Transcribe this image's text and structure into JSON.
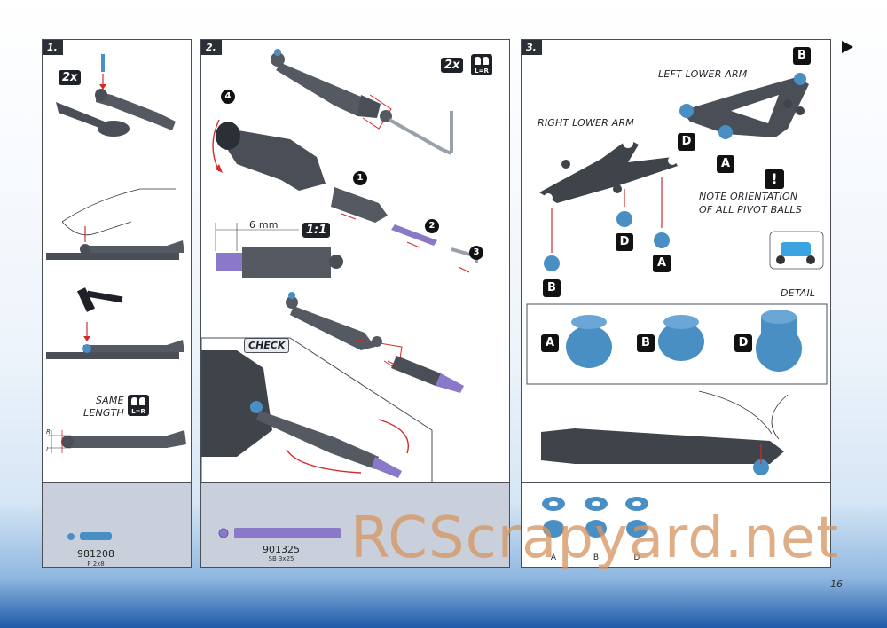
{
  "steps": {
    "s1": {
      "number": "1.",
      "qty": "2x",
      "same_length_line1": "SAME",
      "same_length_line2": "LENGTH",
      "lr_label": "L=R",
      "dim_r": "R",
      "dim_l": "L"
    },
    "s2": {
      "number": "2.",
      "qty": "2x",
      "lr_label": "L=R",
      "dimension": "6 mm",
      "scale": "1:1",
      "check_label": "CHECK",
      "callouts": [
        "1",
        "2",
        "3",
        "4"
      ]
    },
    "s3": {
      "number": "3.",
      "left_lower_arm": "LEFT LOWER ARM",
      "right_lower_arm": "RIGHT LOWER ARM",
      "note_icon": "!",
      "note_line1": "NOTE ORIENTATION",
      "note_line2": "OF ALL PIVOT BALLS",
      "detail_label": "DETAIL",
      "left_letters": [
        "B",
        "D",
        "A"
      ],
      "right_letters": [
        "D",
        "A",
        "B"
      ],
      "detail_letters": [
        "A",
        "B",
        "D"
      ]
    }
  },
  "parts": {
    "p1": {
      "code": "981208",
      "desc": "P 2x8"
    },
    "p2": {
      "code": "901325",
      "desc": "SB 3x25"
    },
    "p3": {
      "labels": [
        "A",
        "B",
        "D"
      ]
    }
  },
  "page_number": "16",
  "watermark": "RCScrapyard.net",
  "colors": {
    "part_blue": "#4a8fc4",
    "part_gray": "#555a62",
    "pin_purple": "#8a78c8",
    "arrow_red": "#d42a2a"
  }
}
